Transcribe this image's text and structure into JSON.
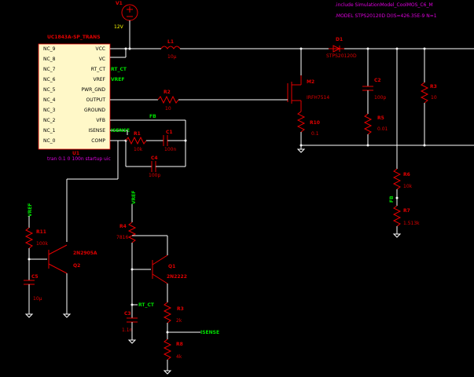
{
  "directives": {
    "include": ".include SimulationModel_CoolMOS_C6_M",
    "model": ".MODEL STPS20120D D(IS=426.35E-9 N=1"
  },
  "ic": {
    "title": "UC1843A-SP_TRANS",
    "ref": "U1",
    "command": "tran 0.1 0 100n startup uic",
    "left_pins": [
      "NC_9",
      "NC_8",
      "NC_7",
      "NC_6",
      "NC_5",
      "NC_4",
      "NC_3",
      "NC_2",
      "NC_1",
      "NC_0"
    ],
    "right_pins": [
      "VCC",
      "VC",
      "RT_CT",
      "VREF",
      "PWR_GND",
      "OUTPUT",
      "GROUND",
      "VFB",
      "ISENSE",
      "COMP"
    ]
  },
  "nets": {
    "vref": "VREF",
    "rt_ct": "RT_CT",
    "fb": "FB",
    "isense": "ISENSE"
  },
  "components": {
    "v1": {
      "ref": "V1",
      "value": "12V"
    },
    "l1": {
      "ref": "L1",
      "value": "10µ"
    },
    "d1": {
      "ref": "D1",
      "value": "STPS20120D"
    },
    "m2": {
      "ref": "M2",
      "value": "IRFH7514"
    },
    "r2": {
      "ref": "R2",
      "value": "10"
    },
    "r10": {
      "ref": "R10",
      "value": "0.1"
    },
    "c2": {
      "ref": "C2",
      "value": "100p"
    },
    "r5": {
      "ref": "R5",
      "value": "0.01"
    },
    "r3_top": {
      "ref": "R3",
      "value": "10"
    },
    "r1": {
      "ref": "R1",
      "value": "10k"
    },
    "c1": {
      "ref": "C1",
      "value": "100n"
    },
    "c4": {
      "ref": "C4",
      "value": "100p"
    },
    "r6": {
      "ref": "R6",
      "value": "10k"
    },
    "r7": {
      "ref": "R7",
      "value": "1.513k"
    },
    "r11": {
      "ref": "R11",
      "value": "100k"
    },
    "q2": {
      "ref": "Q2",
      "value": "2N2905A"
    },
    "c5": {
      "ref": "C5",
      "value": "10µ"
    },
    "r4": {
      "ref": "R4",
      "value": "7816"
    },
    "q1": {
      "ref": "Q1",
      "value": "2N2222"
    },
    "c3": {
      "ref": "C3",
      "value": "1.1n"
    },
    "r3_bot": {
      "ref": "R3",
      "value": "2k"
    },
    "r8": {
      "ref": "R8",
      "value": "4k"
    }
  }
}
